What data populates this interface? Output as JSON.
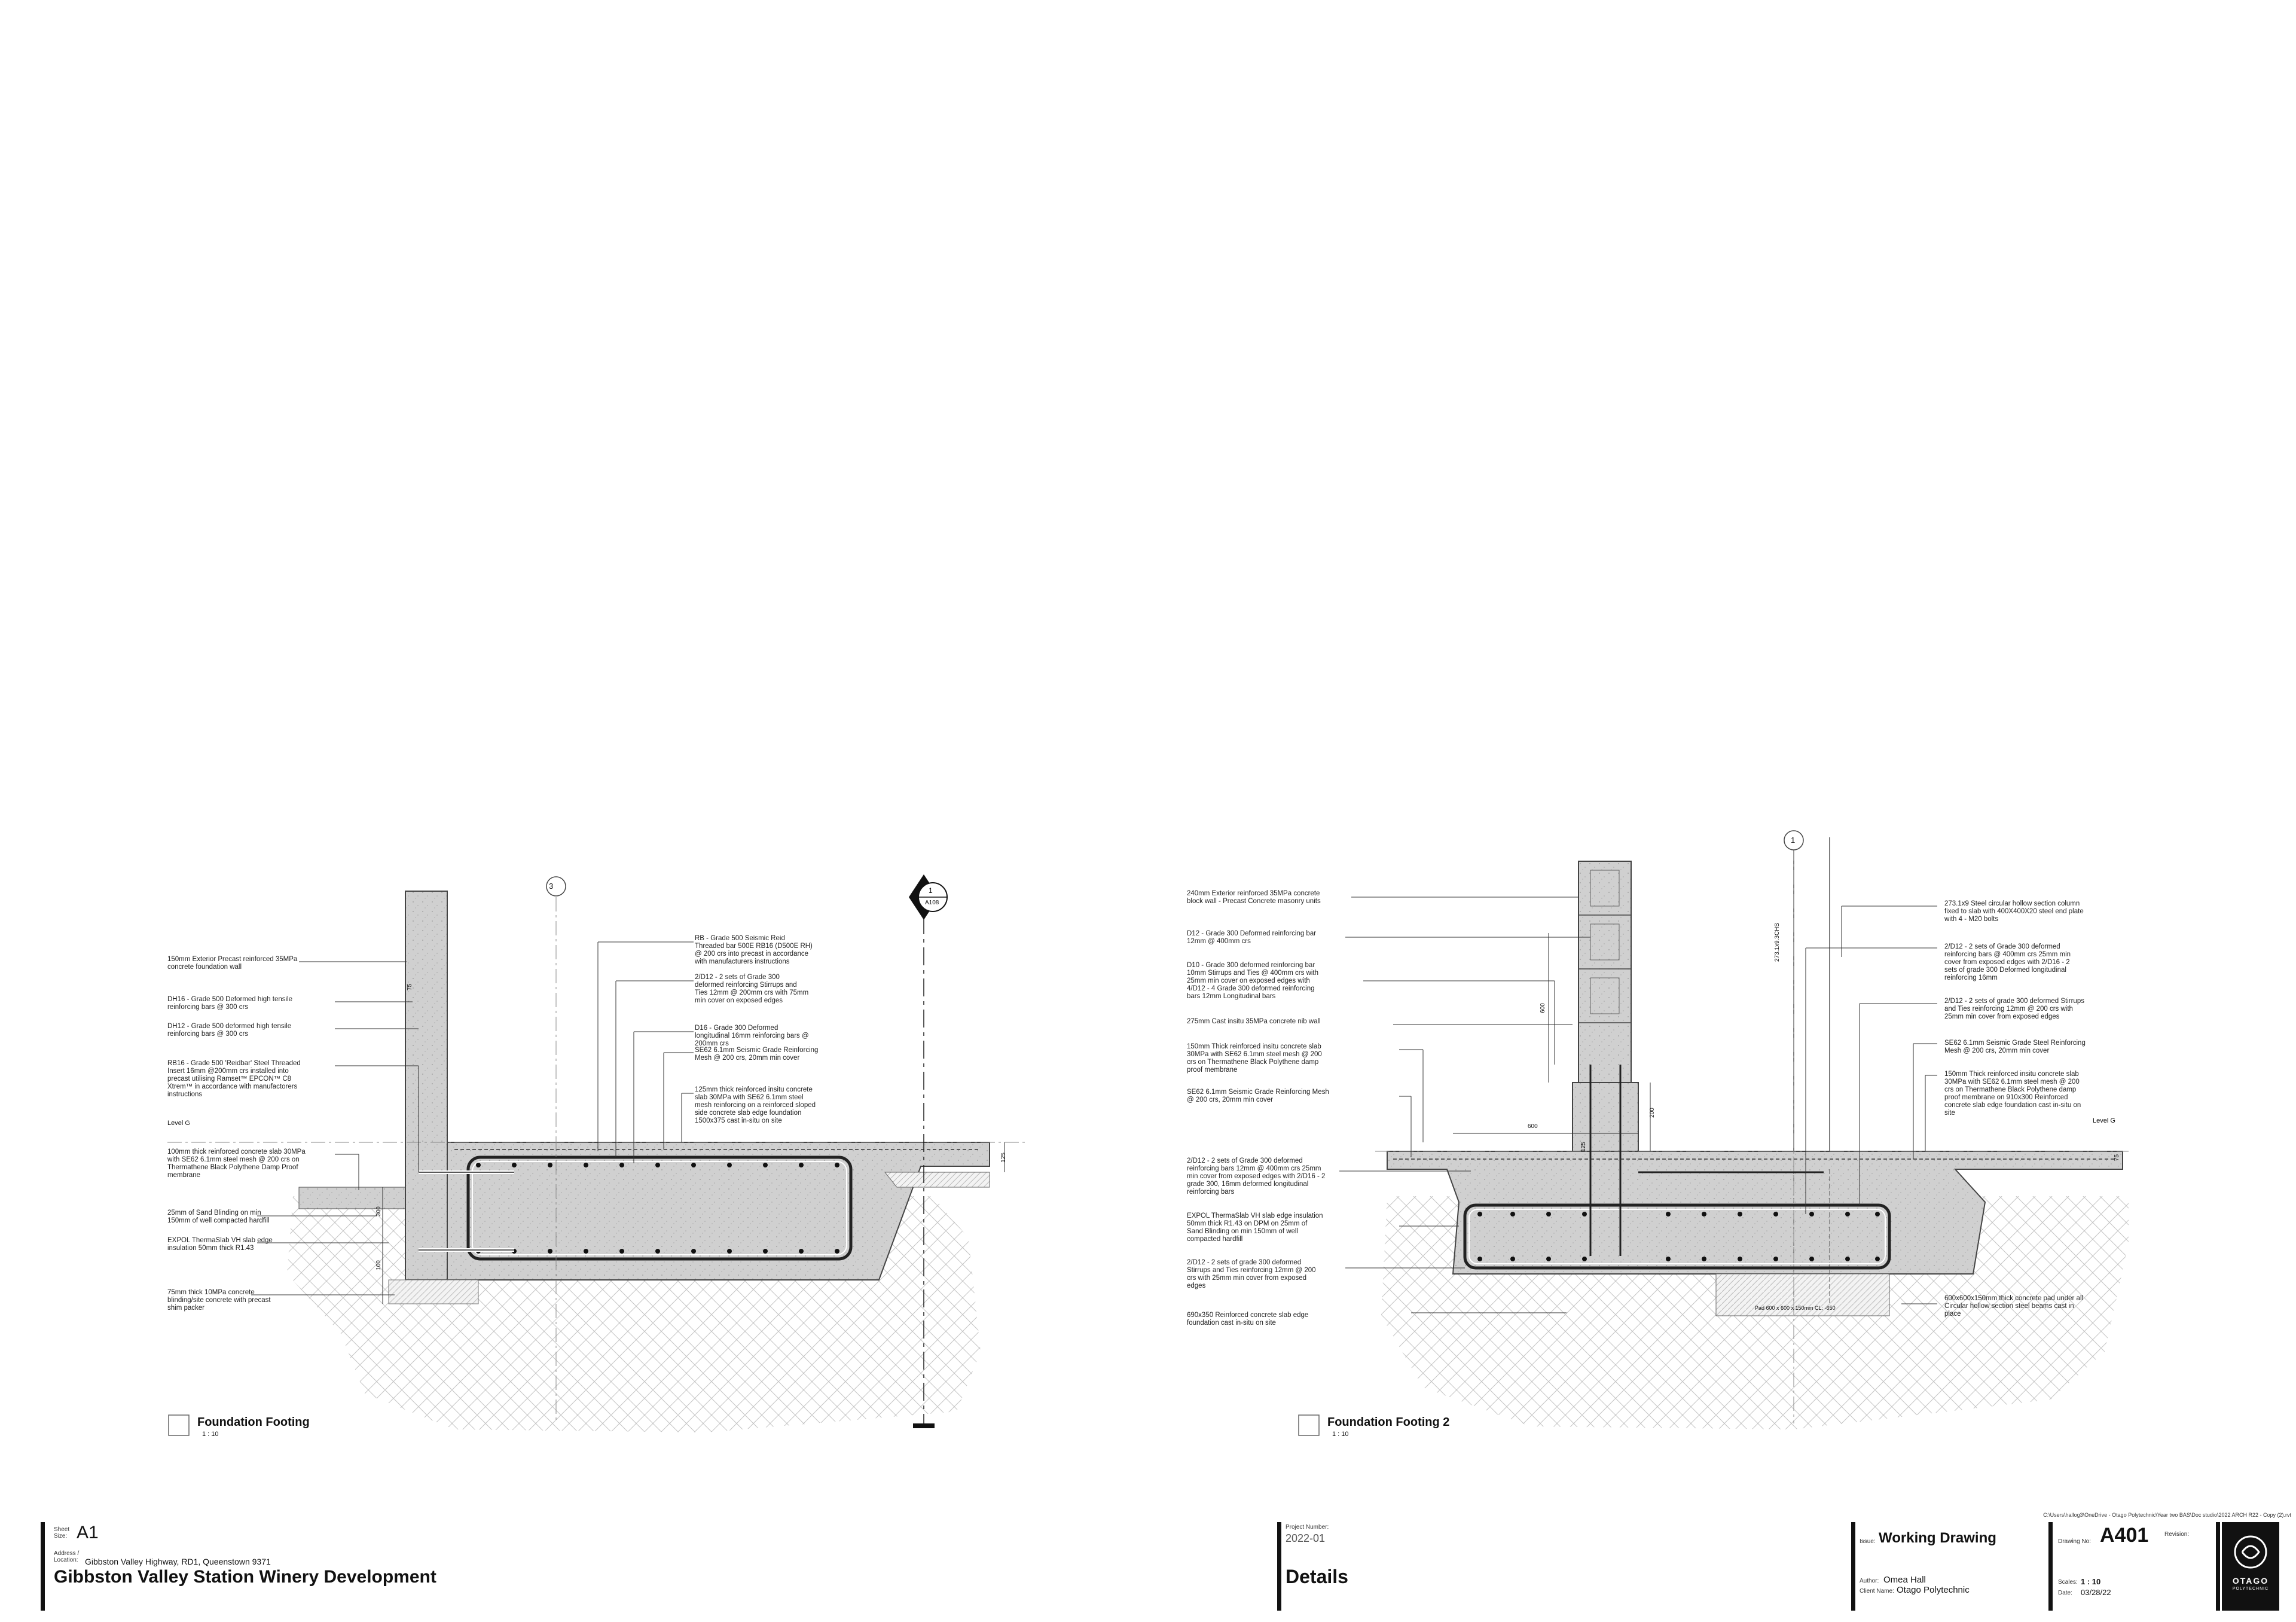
{
  "sheet": {
    "size_label": "Sheet\nSize:",
    "size": "A1",
    "address_label": "Address /\nLocation:",
    "address": "Gibbston Valley Highway, RD1, Queenstown 9371",
    "project_title": "Gibbston Valley Station Winery Development",
    "project_number_label": "Project Number:",
    "project_number": "2022-01",
    "sheet_title": "Details",
    "issue_label": "Issue:",
    "issue": "Working Drawing",
    "drawing_no_label": "Drawing No:",
    "drawing_no": "A401",
    "revision_label": "Revision:",
    "author_label": "Author:",
    "author": "Omea Hall",
    "client_label": "Client Name:",
    "client": "Otago Polytechnic",
    "scales_label": "Scales:",
    "scale": "1 : 10",
    "date_label": "Date:",
    "date": "03/28/22",
    "file_path": "C:\\Users\\hallog3\\OneDrive - Otago Polytechnic\\Year two BAS\\Doc studio\\2022 ARCH R22 - Copy (2).rvt",
    "logo_text": "OTAGO",
    "logo_sub": "POLYTECHNIC"
  },
  "detail1": {
    "title": "Foundation Footing",
    "scale": "1 : 10",
    "grid": "3",
    "section_tag_number": "1",
    "section_tag_sheet": "A108",
    "level": "Level G",
    "dims": [
      "125",
      "300",
      "100",
      "75"
    ],
    "notes_left": [
      "150mm Exterior Precast reinforced 35MPa\nconcrete foundation wall",
      "DH16 - Grade 500 Deformed high tensile\nreinforcing bars @ 300 crs",
      "DH12 - Grade 500 deformed high tensile\nreinforcing bars @ 300 crs",
      "RB16 - Grade 500 'Reidbar' Steel Threaded\nInsert 16mm @200mm crs installed into\nprecast utilising Ramset™ EPCON™ C8\nXtrem™ in accordance with manufactorers\ninstructions",
      "100mm thick reinforced concrete slab 30MPa\nwith SE62 6.1mm steel mesh @ 200 crs on\nThermathene Black Polythene Damp Proof\nmembrane",
      "25mm of Sand Blinding on min\n150mm of well compacted hardfill",
      "EXPOL ThermaSlab VH slab edge\ninsulation 50mm thick R1.43",
      "75mm thick 10MPa concrete\nblinding/site concrete with precast\nshim packer"
    ],
    "notes_right": [
      "RB - Grade 500 Seismic Reid\nThreaded bar 500E RB16 (D500E RH)\n@ 200 crs into precast in accordance\nwith manufacturers instructions",
      "2/D12 - 2 sets of Grade 300\ndeformed reinforcing Stirrups and\nTies 12mm @ 200mm crs with 75mm\nmin cover on exposed edges",
      "D16 - Grade 300 Deformed\nlongitudinal 16mm reinforcing bars @\n200mm crs",
      "SE62 6.1mm Seismic Grade Reinforcing\nMesh @ 200 crs, 20mm min cover",
      "125mm thick reinforced insitu concrete\nslab 30MPa with SE62 6.1mm steel\nmesh reinforcing on a reinforced sloped\nside concrete slab edge foundation\n1500x375 cast in-situ on site"
    ]
  },
  "detail2": {
    "title": "Foundation Footing 2",
    "scale": "1 : 10",
    "grid": "1",
    "level": "Level G",
    "column_label": "273.1x9.3CHS",
    "pad_label": "Pad 600 x 600 x 150mm    CL: -650",
    "dims": [
      "600",
      "600",
      "200",
      "125",
      "75"
    ],
    "notes_left": [
      "240mm Exterior reinforced 35MPa concrete\nblock wall - Precast Concrete masonry units",
      "D12 - Grade 300 Deformed reinforcing bar\n12mm @ 400mm crs",
      "D10 - Grade 300 deformed reinforcing bar\n10mm Stirrups and Ties @ 400mm crs with\n25mm min cover on exposed edges with\n4/D12 - 4 Grade 300 deformed reinforcing\nbars 12mm Longitudinal bars",
      "275mm Cast insitu 35MPa concrete nib wall",
      "150mm Thick reinforced insitu concrete slab\n30MPa with SE62 6.1mm steel mesh @ 200\ncrs on Thermathene Black Polythene damp\nproof membrane",
      "SE62 6.1mm Seismic Grade Reinforcing Mesh\n@ 200 crs, 20mm min cover",
      "2/D12 - 2 sets of Grade 300 deformed\nreinforcing bars 12mm @ 400mm crs 25mm\nmin cover from exposed edges with 2/D16 - 2\ngrade 300, 16mm deformed longitudinal\nreinforcing bars",
      "EXPOL ThermaSlab VH slab edge insulation\n50mm thick R1.43 on DPM on 25mm of\nSand Blinding on min 150mm of well\ncompacted hardfill",
      "2/D12 - 2 sets of grade 300 deformed\nStirrups and Ties reinforcing 12mm @ 200\ncrs with 25mm min cover from exposed\nedges",
      "690x350 Reinforced concrete slab edge\nfoundation cast in-situ on site"
    ],
    "notes_right": [
      "273.1x9 Steel circular hollow section column\nfixed to slab with 400X400X20 steel end plate\nwith 4 - M20 bolts",
      "2/D12 - 2 sets of Grade 300 deformed\nreinforcing bars @ 400mm crs 25mm min\ncover from exposed edges with 2/D16 - 2\nsets of grade 300 Deformed longitudinal\nreinforcing 16mm",
      "2/D12 - 2 sets of grade 300 deformed Stirrups\nand Ties reinforcing 12mm @ 200 crs with\n25mm min cover from exposed edges",
      "SE62 6.1mm Seismic Grade Steel Reinforcing\nMesh @ 200 crs, 20mm min cover",
      "150mm Thick reinforced insitu concrete slab\n30MPa with SE62 6.1mm steel mesh @ 200\ncrs on Thermathene Black Polythene damp\nproof membrane on 910x300 Reinforced\nconcrete slab edge foundation cast in-situ on\nsite",
      "600x600x150mm thick concrete pad under all\nCircular hollow section steel beams cast in\nplace"
    ]
  }
}
